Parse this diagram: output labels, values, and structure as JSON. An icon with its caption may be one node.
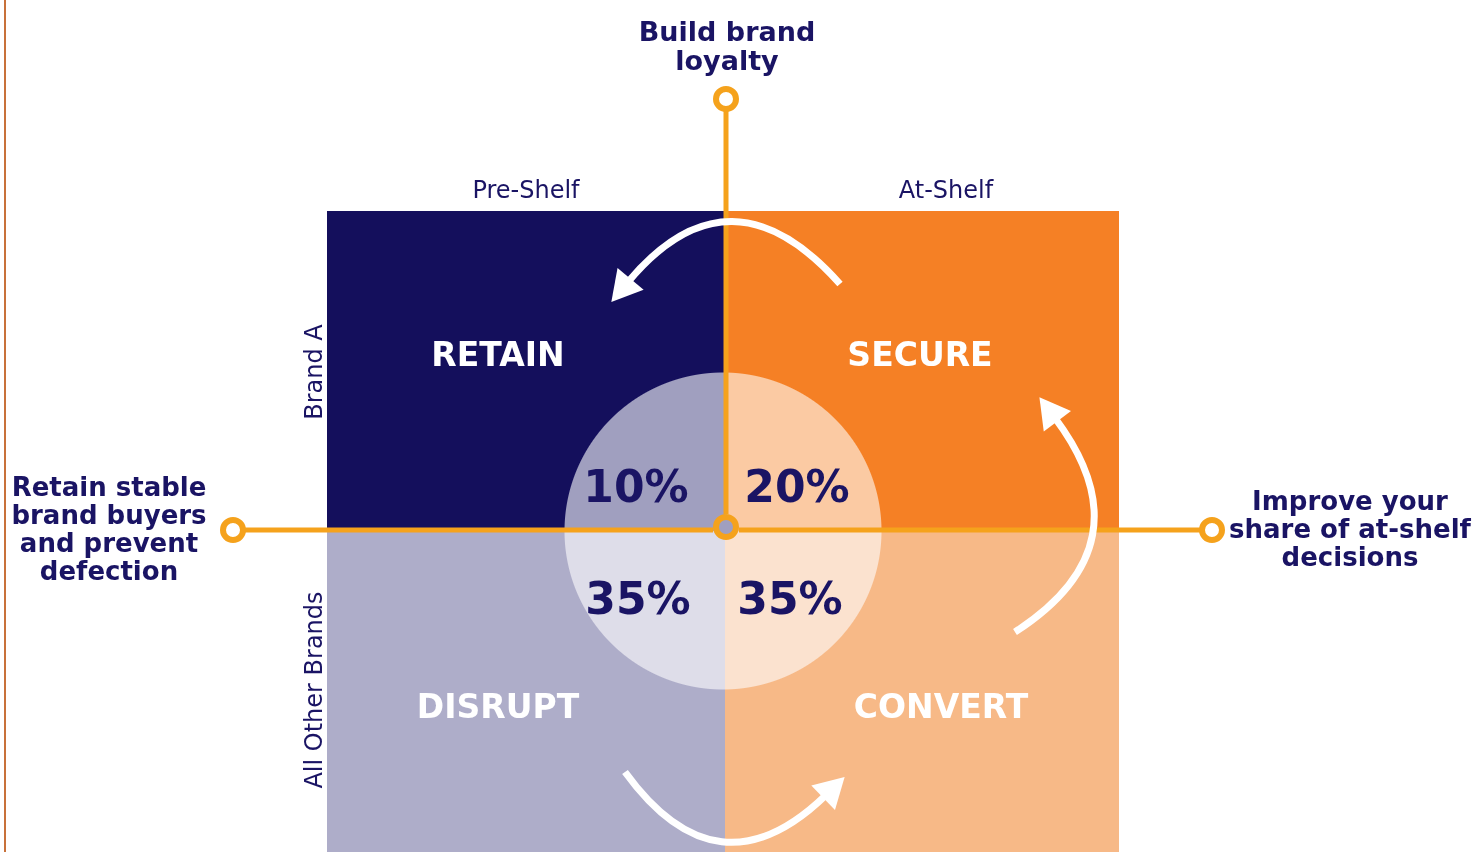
{
  "diagram": {
    "nodes": [
      {
        "text": [
          "Build brand loyalty"
        ]
      },
      {
        "text": [
          "RETAIN"
        ]
      },
      {
        "text": [
          "SECURE"
        ]
      },
      {
        "text": [
          "Retain stable brand buyers and prevent defection"
        ]
      },
      {
        "text": [],
        "shape": "circle"
      },
      {
        "text": [
          "Improve your share of at-shelf decisions"
        ]
      },
      {
        "text": [
          "DISRUPT"
        ]
      },
      {
        "text": [
          "CONVERT"
        ]
      }
    ],
    "edges": [
      {
        "from": 4,
        "to": 0,
        "arrow": "other",
        "color": "#f5a21c"
      },
      {
        "from": 4,
        "to": 3,
        "arrow": "other",
        "color": "#f5a21c"
      },
      {
        "from": 4,
        "to": 5,
        "arrow": "other",
        "color": "#f5a21c"
      },
      {
        "from": 2,
        "to": 1,
        "arrow": "to",
        "color": "#ffffff"
      },
      {
        "from": 7,
        "to": 2,
        "arrow": "to",
        "color": "#ffffff"
      },
      {
        "from": 6,
        "to": 7,
        "arrow": "to",
        "color": "#ffffff"
      }
    ],
    "labels": [
      "Pre-Shelf",
      "At-Shelf",
      "Brand A",
      "All Other Brands",
      "10%",
      "20%",
      "35%",
      "35%"
    ]
  }
}
